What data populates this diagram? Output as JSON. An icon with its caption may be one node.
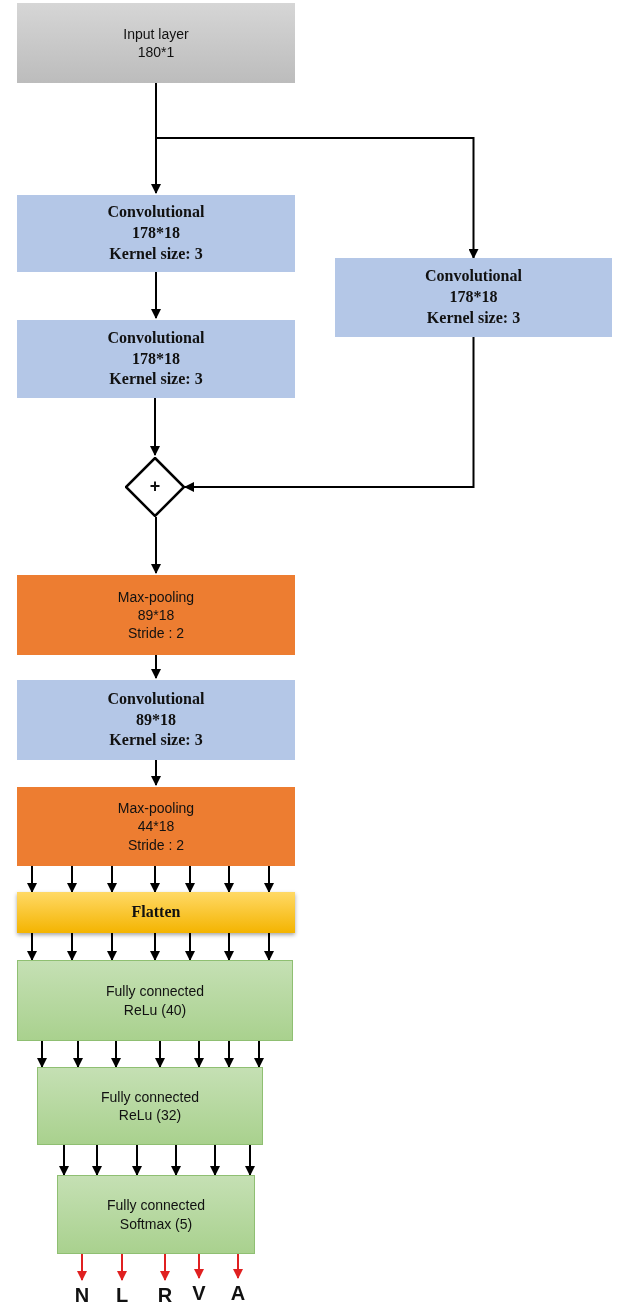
{
  "diagram": {
    "nodes": [
      {
        "text": [
          "Input layer",
          "180*1"
        ]
      },
      {
        "text": [
          "Convolutional",
          "178*18",
          "Kernel size: 3"
        ]
      },
      {
        "text": [
          "Convolutional",
          "178*18",
          "Kernel size: 3"
        ]
      },
      {
        "text": [
          "Convolutional",
          "178*18",
          "Kernel size: 3"
        ]
      },
      {
        "text": [
          "+"
        ]
      },
      {
        "text": [
          "Max-pooling",
          "89*18",
          "Stride : 2"
        ]
      },
      {
        "text": [
          "Convolutional",
          "89*18",
          "Kernel size: 3"
        ]
      },
      {
        "text": [
          "Max-pooling",
          "44*18",
          "Stride : 2"
        ]
      },
      {
        "text": [
          "Flatten"
        ]
      },
      {
        "text": [
          "Fully connected",
          "ReLu (40)"
        ]
      },
      {
        "text": [
          "Fully connected",
          "ReLu (32)"
        ]
      },
      {
        "text": [
          "Fully connected",
          "Softmax (5)"
        ]
      },
      {
        "text": [
          "N"
        ]
      },
      {
        "text": [
          "L"
        ]
      },
      {
        "text": [
          "R"
        ]
      },
      {
        "text": [
          "V"
        ]
      },
      {
        "text": [
          "A"
        ]
      }
    ],
    "edges": [
      {
        "from": 0,
        "to": 1,
        "arrow": "to"
      },
      {
        "from": 0,
        "to": 2,
        "arrow": "to"
      },
      {
        "from": 1,
        "to": 3,
        "arrow": "to"
      },
      {
        "from": 3,
        "to": 4,
        "arrow": "to"
      },
      {
        "from": 2,
        "to": 4,
        "arrow": "to"
      },
      {
        "from": 4,
        "to": 5,
        "arrow": "to"
      },
      {
        "from": 5,
        "to": 6,
        "arrow": "to"
      },
      {
        "from": 6,
        "to": 7,
        "arrow": "to"
      },
      {
        "from": 7,
        "to": 8,
        "arrow": "to"
      },
      {
        "from": 7,
        "to": 8,
        "arrow": "to"
      },
      {
        "from": 7,
        "to": 8,
        "arrow": "to"
      },
      {
        "from": 7,
        "to": 8,
        "arrow": "to"
      },
      {
        "from": 7,
        "to": 8,
        "arrow": "to"
      },
      {
        "from": 7,
        "to": 8,
        "arrow": "to"
      },
      {
        "from": 7,
        "to": 8,
        "arrow": "to"
      },
      {
        "from": 8,
        "to": 9,
        "arrow": "to"
      },
      {
        "from": 8,
        "to": 9,
        "arrow": "to"
      },
      {
        "from": 8,
        "to": 9,
        "arrow": "to"
      },
      {
        "from": 8,
        "to": 9,
        "arrow": "to"
      },
      {
        "from": 8,
        "to": 9,
        "arrow": "to"
      },
      {
        "from": 8,
        "to": 9,
        "arrow": "to"
      },
      {
        "from": 8,
        "to": 9,
        "arrow": "to"
      },
      {
        "from": 9,
        "to": 10,
        "arrow": "to"
      },
      {
        "from": 9,
        "to": 10,
        "arrow": "to"
      },
      {
        "from": 9,
        "to": 10,
        "arrow": "to"
      },
      {
        "from": 9,
        "to": 10,
        "arrow": "to"
      },
      {
        "from": 9,
        "to": 10,
        "arrow": "to"
      },
      {
        "from": 9,
        "to": 10,
        "arrow": "to"
      },
      {
        "from": 9,
        "to": 10,
        "arrow": "to"
      },
      {
        "from": 10,
        "to": 11,
        "arrow": "to"
      },
      {
        "from": 10,
        "to": 11,
        "arrow": "to"
      },
      {
        "from": 10,
        "to": 11,
        "arrow": "to"
      },
      {
        "from": 10,
        "to": 11,
        "arrow": "to"
      },
      {
        "from": 10,
        "to": 11,
        "arrow": "to"
      },
      {
        "from": 10,
        "to": 11,
        "arrow": "to"
      },
      {
        "from": 11,
        "to": 12,
        "arrow": "to",
        "color": "#e02020"
      },
      {
        "from": 11,
        "to": 13,
        "arrow": "to",
        "color": "#e02020"
      },
      {
        "from": 11,
        "to": 14,
        "arrow": "to",
        "color": "#e02020"
      },
      {
        "from": 11,
        "to": 15,
        "arrow": "to",
        "color": "#e02020"
      },
      {
        "from": 11,
        "to": 16,
        "arrow": "to",
        "color": "#e02020"
      }
    ]
  }
}
